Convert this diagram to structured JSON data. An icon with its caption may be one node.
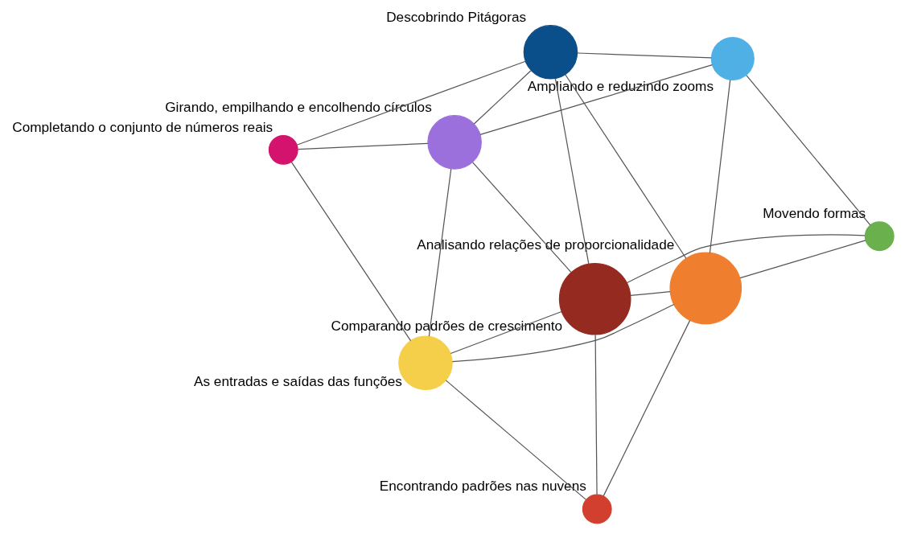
{
  "diagram": {
    "nodes": [
      {
        "text": [
          "Analisando relações de proporcionalidade"
        ]
      },
      {
        "text": [
          "Movendo formas"
        ]
      },
      {
        "text": [
          "Encontrando padrões nas nuvens"
        ]
      },
      {
        "text": [
          "Descobrindo Pitágoras"
        ]
      },
      {
        "text": [
          "Girando, empilhando e encolhendo círculos"
        ]
      },
      {
        "text": [
          "Comparando padrões de crescimento"
        ]
      },
      {
        "text": [
          "Completando o conjunto de números reais"
        ]
      },
      {
        "text": [
          "Ampliando e reduzindo zooms"
        ]
      },
      {
        "text": [
          "As entradas e saídas das funções"
        ]
      }
    ],
    "edges": [
      {
        "from": 1,
        "to": 0,
        "arrow": "none"
      },
      {
        "from": 3,
        "to": 0,
        "arrow": "none"
      },
      {
        "from": 0,
        "to": 2,
        "arrow": "none"
      },
      {
        "from": 0,
        "to": 5,
        "arrow": "none"
      },
      {
        "from": 0,
        "to": 7,
        "arrow": "none"
      },
      {
        "from": 0,
        "to": 8,
        "arrow": "none"
      },
      {
        "from": 1,
        "to": 5,
        "arrow": "none"
      },
      {
        "from": 1,
        "to": 7,
        "arrow": "none"
      },
      {
        "from": 3,
        "to": 4,
        "arrow": "none"
      },
      {
        "from": 3,
        "to": 5,
        "arrow": "none"
      },
      {
        "from": 3,
        "to": 6,
        "arrow": "none"
      },
      {
        "from": 3,
        "to": 7,
        "arrow": "none"
      },
      {
        "from": 4,
        "to": 5,
        "arrow": "none"
      },
      {
        "from": 6,
        "to": 4,
        "arrow": "none"
      },
      {
        "from": 6,
        "to": 8,
        "arrow": "none"
      },
      {
        "from": 7,
        "to": 4,
        "arrow": "none"
      },
      {
        "from": 2,
        "to": 5,
        "arrow": "none"
      },
      {
        "from": 2,
        "to": 8,
        "arrow": "none"
      },
      {
        "from": 5,
        "to": 8,
        "arrow": "none"
      },
      {
        "from": 4,
        "to": 8,
        "arrow": "none"
      }
    ]
  }
}
